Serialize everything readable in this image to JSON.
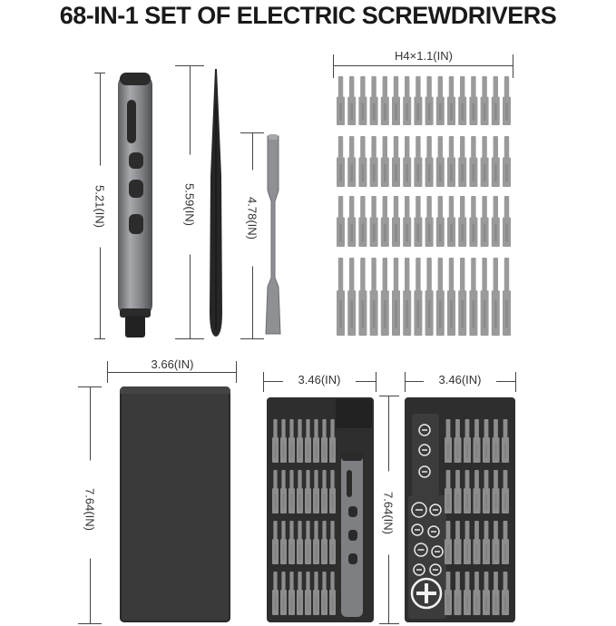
{
  "title": "68-IN-1 SET OF ELECTRIC SCREWDRIVERS",
  "dimensions": {
    "screwdriver_length": "5.21(IN)",
    "tweezers_length": "5.59(IN)",
    "spudger_length": "4.78(IN)",
    "bit_size": "H4×1.1(IN)",
    "case_width": "3.66(IN)",
    "case_height_left": "7.64(IN)",
    "tray_width_left": "3.46(IN)",
    "tray_width_right": "3.46(IN)",
    "tray_height": "7.64(IN)"
  },
  "colors": {
    "case": "#3a3a3a",
    "tray": "#2e2e2e",
    "bit": "#9a9a9a",
    "screwdriver_body": "#7d7f82"
  }
}
